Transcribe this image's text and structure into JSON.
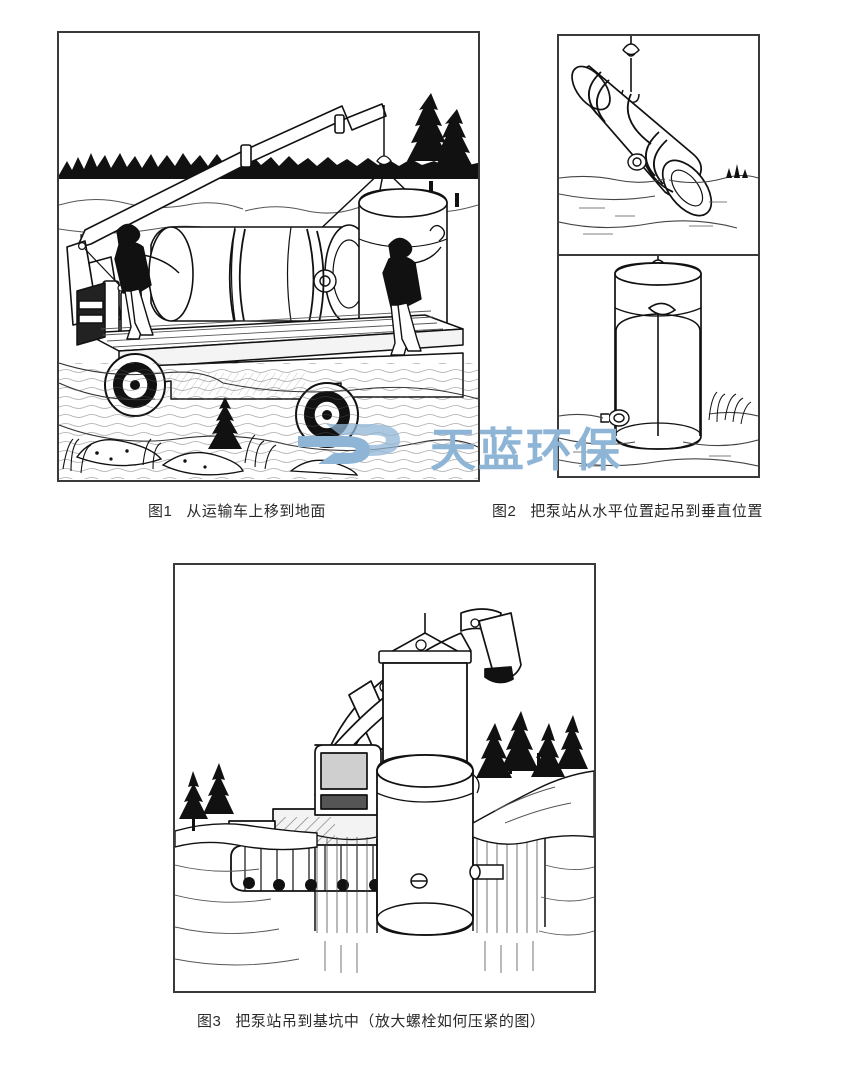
{
  "document": {
    "type": "technical-installation-guide",
    "subject": "pump station installation illustrated steps"
  },
  "figures": [
    {
      "id": "figure-1",
      "number": "图1",
      "caption": "从运输车上移到地面",
      "scene": "crane-truck-unloading-pump-station",
      "elements": [
        "truck-crane",
        "flatbed-truck",
        "horizontal-pump-station",
        "two-workers",
        "lifting-slings",
        "conifer-treeline",
        "rocks-and-shrubs"
      ]
    },
    {
      "id": "figure-2",
      "number": "图2",
      "caption": "把泵站从水平位置起吊到垂直位置",
      "scene": "upending-pump-station",
      "subpanels": [
        {
          "id": "figure-2-top",
          "view": "horizontal-pump-station-slung-from-hook"
        },
        {
          "id": "figure-2-bottom",
          "view": "vertical-pump-station-suspended-upright"
        }
      ]
    },
    {
      "id": "figure-3",
      "number": "图3",
      "caption": "把泵站吊到基坑中（放大螺栓如何压紧的图）",
      "scene": "lowering-pump-station-into-excavation",
      "elements": [
        "tracked-excavator",
        "spreader-bar",
        "vertical-pump-station",
        "sheet-pile-excavation",
        "inlet-pipe",
        "conifer-trees",
        "embankment"
      ]
    }
  ],
  "watermark": {
    "text": "天蓝环保",
    "logo": "double-chevron-wave-mark",
    "color": "#8fb5d6"
  },
  "colors": {
    "page_background": "#ffffff",
    "ink": "#1a1a1a",
    "panel_border": "#3a3a3a",
    "caption_text": "#2b2b2b",
    "watermark_blue": "#8fb5d6"
  }
}
